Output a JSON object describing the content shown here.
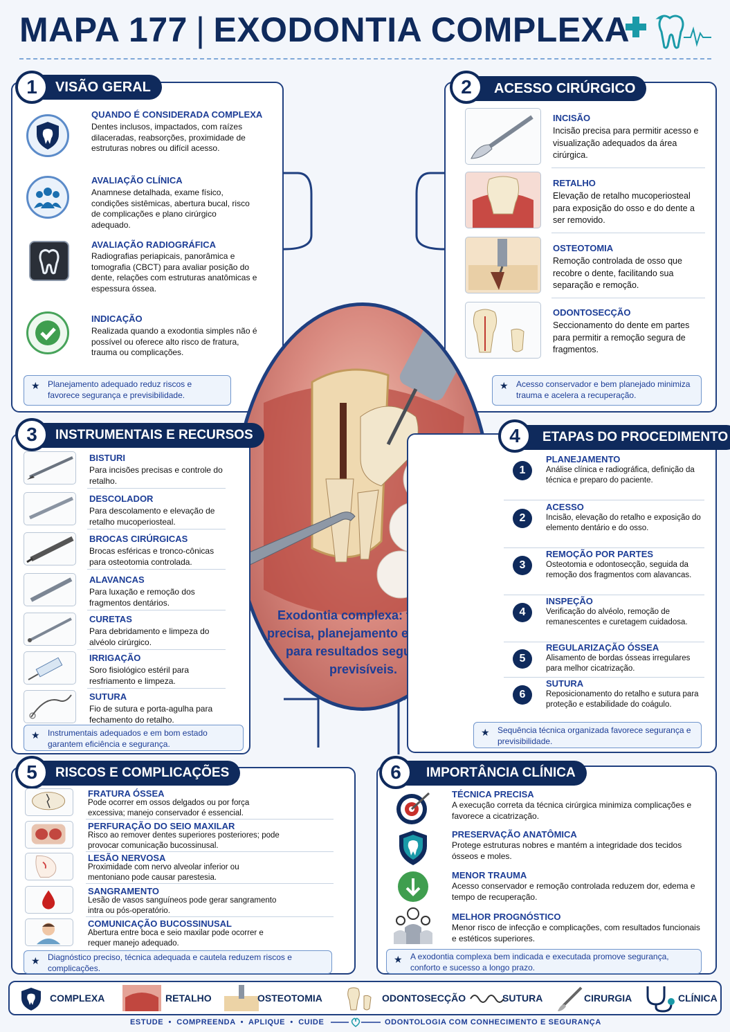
{
  "header": {
    "title_a": "MAPA 177",
    "title_b": "EXODONTIA COMPLEXA"
  },
  "s1": {
    "num": "1",
    "title": "VISÃO GERAL",
    "items": [
      {
        "t": "QUANDO É CONSIDERADA COMPLEXA",
        "d": "Dentes inclusos, impactados, com raízes dilaceradas, reabsorções, proximidade de estruturas nobres ou difícil acesso."
      },
      {
        "t": "AVALIAÇÃO CLÍNICA",
        "d": "Anamnese detalhada, exame físico, condições sistêmicas, abertura bucal, risco de complicações e plano cirúrgico adequado."
      },
      {
        "t": "AVALIAÇÃO RADIOGRÁFICA",
        "d": "Radiografias periapicais, panorâmica e tomografia (CBCT) para avaliar posição do dente, relações com estruturas anatômicas e espessura óssea."
      },
      {
        "t": "INDICAÇÃO",
        "d": "Realizada quando a exodontia simples não é possível ou oferece alto risco de fratura, trauma ou complicações."
      }
    ],
    "tip": "Planejamento adequado reduz riscos e favorece segurança e previsibilidade."
  },
  "s2": {
    "num": "2",
    "title": "ACESSO CIRÚRGICO",
    "items": [
      {
        "t": "INCISÃO",
        "d": "Incisão precisa para permitir acesso e visualização adequados da área cirúrgica."
      },
      {
        "t": "RETALHO",
        "d": "Elevação de retalho mucoperiosteal para exposição do osso e do dente a ser removido."
      },
      {
        "t": "OSTEOTOMIA",
        "d": "Remoção controlada de osso que recobre o dente, facilitando sua separação e remoção."
      },
      {
        "t": "ODONTOSECÇÃO",
        "d": "Seccionamento do dente em partes para permitir a remoção segura de fragmentos."
      }
    ],
    "tip": "Acesso conservador e bem planejado minimiza trauma e acelera a recuperação."
  },
  "s3": {
    "num": "3",
    "title": "INSTRUMENTAIS E RECURSOS",
    "items": [
      {
        "t": "BISTURI",
        "d": "Para incisões precisas e controle do retalho."
      },
      {
        "t": "DESCOLADOR",
        "d": "Para descolamento e elevação de retalho mucoperiosteal."
      },
      {
        "t": "BROCAS CIRÚRGICAS",
        "d": "Brocas esféricas e tronco-cônicas para osteotomia controlada."
      },
      {
        "t": "ALAVANCAS",
        "d": "Para luxação e remoção dos fragmentos dentários."
      },
      {
        "t": "CURETAS",
        "d": "Para debridamento e limpeza do alvéolo cirúrgico."
      },
      {
        "t": "IRRIGAÇÃO",
        "d": "Soro fisiológico estéril para resfriamento e limpeza."
      },
      {
        "t": "SUTURA",
        "d": "Fio de sutura e porta-agulha para fechamento do retalho."
      }
    ],
    "tip": "Instrumentais adequados e em bom estado garantem eficiência e segurança."
  },
  "s4": {
    "num": "4",
    "title": "ETAPAS DO PROCEDIMENTO",
    "items": [
      {
        "n": "1",
        "t": "PLANEJAMENTO",
        "d": "Análise clínica e radiográfica, definição da técnica e preparo do paciente."
      },
      {
        "n": "2",
        "t": "ACESSO",
        "d": "Incisão, elevação do retalho e exposição do elemento dentário e do osso."
      },
      {
        "n": "3",
        "t": "REMOÇÃO POR PARTES",
        "d": "Osteotomia e odontosecção, seguida da remoção dos fragmentos com alavancas."
      },
      {
        "n": "4",
        "t": "INSPEÇÃO",
        "d": "Verificação do alvéolo, remoção de remanescentes e curetagem cuidadosa."
      },
      {
        "n": "5",
        "t": "REGULARIZAÇÃO ÓSSEA",
        "d": "Alisamento de bordas ósseas irregulares para melhor cicatrização."
      },
      {
        "n": "6",
        "t": "SUTURA",
        "d": "Reposicionamento do retalho e sutura para proteção e estabilidade do coágulo."
      }
    ],
    "tip": "Sequência técnica organizada favorece segurança e previsibilidade."
  },
  "s5": {
    "num": "5",
    "title": "RISCOS E COMPLICAÇÕES",
    "items": [
      {
        "t": "FRATURA ÓSSEA",
        "d": "Pode ocorrer em ossos delgados ou por força excessiva; manejo conservador é essencial."
      },
      {
        "t": "PERFURAÇÃO DO SEIO MAXILAR",
        "d": "Risco ao remover dentes superiores posteriores; pode provocar comunicação bucossinusal."
      },
      {
        "t": "LESÃO NERVOSA",
        "d": "Proximidade com nervo alveolar inferior ou mentoniano pode causar parestesia."
      },
      {
        "t": "SANGRAMENTO",
        "d": "Lesão de vasos sanguíneos pode gerar sangramento intra ou pós-operatório."
      },
      {
        "t": "COMUNICAÇÃO BUCOSSINUSAL",
        "d": "Abertura entre boca e seio maxilar pode ocorrer e requer manejo adequado."
      }
    ],
    "tip": "Diagnóstico preciso, técnica adequada e cautela reduzem riscos e complicações."
  },
  "s6": {
    "num": "6",
    "title": "IMPORTÂNCIA CLÍNICA",
    "items": [
      {
        "t": "TÉCNICA PRECISA",
        "d": "A execução correta da técnica cirúrgica minimiza complicações e favorece a cicatrização."
      },
      {
        "t": "PRESERVAÇÃO ANATÔMICA",
        "d": "Protege estruturas nobres e mantém a integridade dos tecidos ósseos e moles."
      },
      {
        "t": "MENOR TRAUMA",
        "d": "Acesso conservador e remoção controlada reduzem dor, edema e tempo de recuperação."
      },
      {
        "t": "MELHOR PROGNÓSTICO",
        "d": "Menor risco de infecção e complicações, com resultados funcionais e estéticos superiores."
      }
    ],
    "tip": "A exodontia complexa bem indicada e executada promove segurança, conforto e sucesso a longo prazo."
  },
  "center": {
    "caption": "Exodontia complexa: técnica precisa, planejamento e cuidado para resultados seguros e previsíveis."
  },
  "footer": {
    "items": [
      "COMPLEXA",
      "RETALHO",
      "OSTEOTOMIA",
      "ODONTOSECÇÃO",
      "SUTURA",
      "CIRURGIA",
      "CLÍNICA"
    ],
    "slogan_a": "ESTUDE",
    "slogan_b": "COMPREENDA",
    "slogan_c": "APLIQUE",
    "slogan_d": "CUIDE",
    "slogan_e": "ODONTOLOGIA COM CONHECIMENTO E SEGURANÇA"
  },
  "colors": {
    "navy": "#0f2a5c",
    "blue": "#1c3d96",
    "teal": "#1a9aa8"
  }
}
